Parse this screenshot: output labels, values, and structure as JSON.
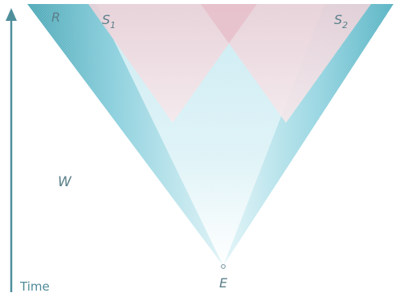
{
  "axis": {
    "label": "Time"
  },
  "regions": {
    "R": "R",
    "W": "W",
    "E": "E",
    "S1": {
      "base": "S",
      "subscript": "1"
    },
    "S2": {
      "base": "S",
      "subscript": "2"
    }
  },
  "colors": {
    "cone_dark": "#5fb3c2",
    "cone_light": "#d6f0f5",
    "cone_mid": "#a6dbe6",
    "sub_cone": "#f2dde2",
    "overlap": "#e8c3cd",
    "arrow": "#4f8f9c",
    "label": "#5b7f8a"
  }
}
